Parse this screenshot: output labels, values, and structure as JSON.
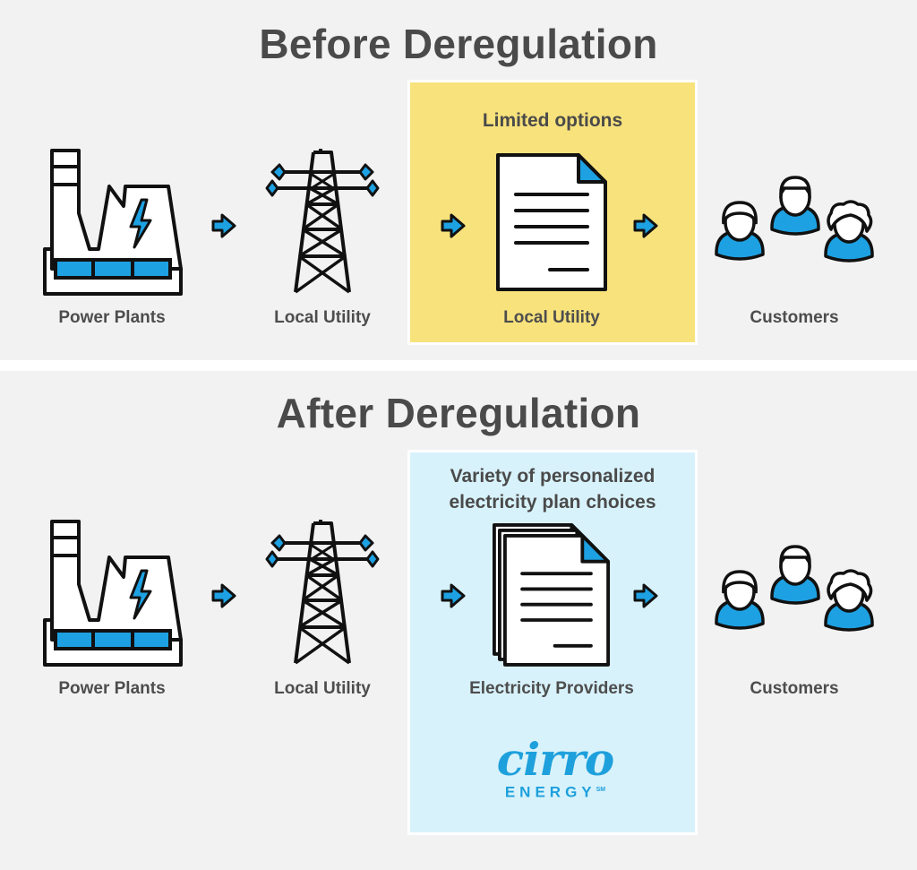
{
  "before": {
    "title": "Before Deregulation",
    "highlight_caption": "Limited options",
    "labels": {
      "power_plants": "Power Plants",
      "local_utility": "Local Utility",
      "utility_doc": "Local Utility",
      "customers": "Customers"
    }
  },
  "after": {
    "title": "After Deregulation",
    "highlight_caption_line1": "Variety of personalized",
    "highlight_caption_line2": "electricity plan choices",
    "labels": {
      "power_plants": "Power Plants",
      "local_utility": "Local Utility",
      "providers": "Electricity Providers",
      "customers": "Customers"
    },
    "brand": {
      "name": "cirro",
      "sub": "ENERGY",
      "mark": "SM"
    }
  },
  "colors": {
    "accent_blue": "#1da1e2",
    "outline": "#111111",
    "panel_bg": "#f2f2f2",
    "highlight_yellow": "#f8e27c",
    "highlight_blue": "#d8f2fb",
    "brand_blue": "#1ea0dc"
  },
  "icons": [
    "power-plant-icon",
    "transmission-tower-icon",
    "arrow-right-icon",
    "document-icon",
    "document-stack-icon",
    "customers-icon"
  ]
}
